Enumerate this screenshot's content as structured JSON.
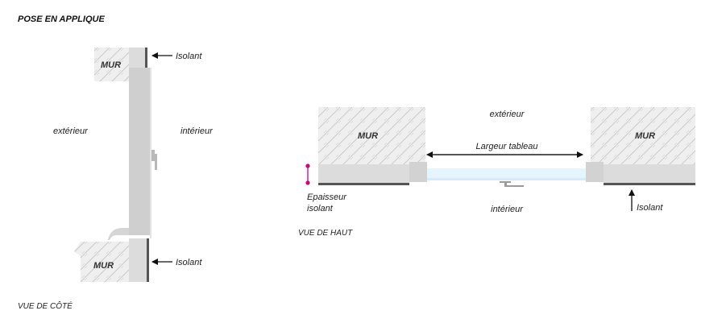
{
  "title": "POSE EN APPLIQUE",
  "side_view": {
    "caption": "VUE DE CÔTÉ",
    "wall_top_label": "MUR",
    "wall_bottom_label": "MUR",
    "insulation_top_label": "Isolant",
    "insulation_bottom_label": "Isolant",
    "exterior_label": "extérieur",
    "interior_label": "intérieur"
  },
  "top_view": {
    "caption": "VUE DE HAUT",
    "wall_left_label": "MUR",
    "wall_right_label": "MUR",
    "exterior_label": "extérieur",
    "interior_label": "intérieur",
    "width_label": "Largeur tableau",
    "thickness_label_line1": "Epaisseur",
    "thickness_label_line2": "isolant",
    "insulation_label": "Isolant"
  },
  "colors": {
    "wall_fill": "#efefef",
    "wall_hatch": "#c4c4c4",
    "insulation_fill": "#dcdcdc",
    "dark_strip": "#555555",
    "frame_fill": "#d2d2d2",
    "glass_fill": "#e6f4fc",
    "glass_edge": "#d4ecf9",
    "accent_magenta": "#d6007d",
    "arrow": "#111111"
  }
}
